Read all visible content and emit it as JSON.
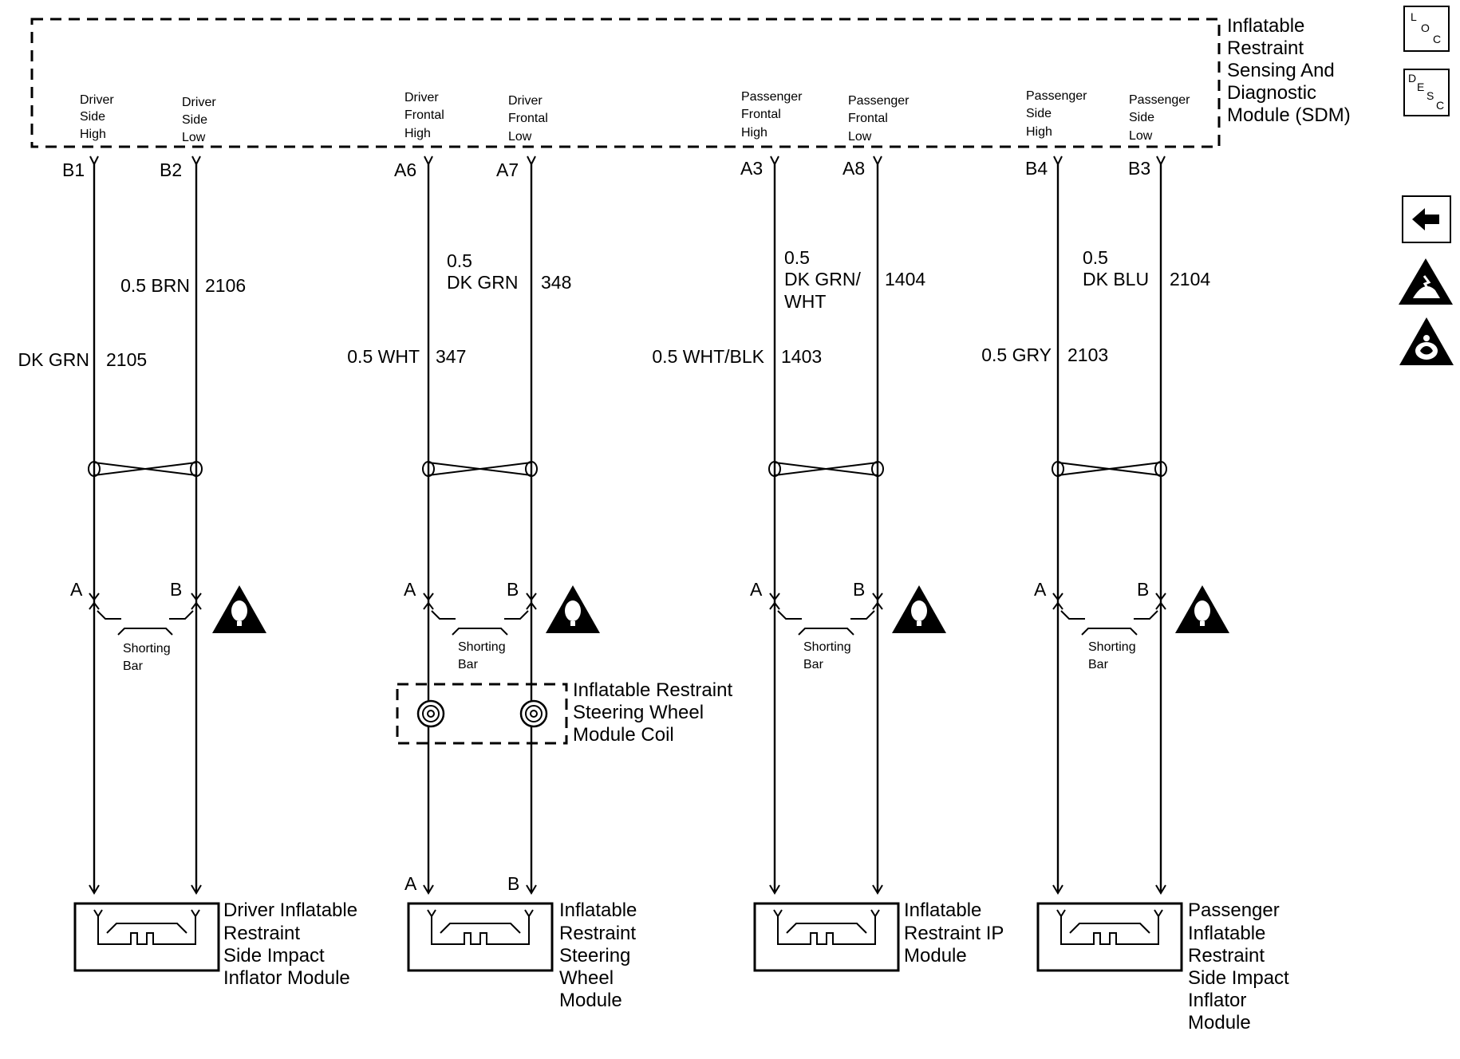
{
  "sdm": {
    "label_lines": [
      "Inflatable",
      "Restraint",
      "Sensing And",
      "Diagnostic",
      "Module (SDM)"
    ]
  },
  "sdm_pins": [
    {
      "func": [
        "Driver",
        "Side",
        "High"
      ],
      "pin": "B1"
    },
    {
      "func": [
        "Driver",
        "Side",
        "Low"
      ],
      "pin": "B2"
    },
    {
      "func": [
        "Driver",
        "Frontal",
        "High"
      ],
      "pin": "A6"
    },
    {
      "func": [
        "Driver",
        "Frontal",
        "Low"
      ],
      "pin": "A7"
    },
    {
      "func": [
        "Passenger",
        "Frontal",
        "High"
      ],
      "pin": "A3"
    },
    {
      "func": [
        "Passenger",
        "Frontal",
        "Low"
      ],
      "pin": "A8"
    },
    {
      "func": [
        "Passenger",
        "Side",
        "High"
      ],
      "pin": "B4"
    },
    {
      "func": [
        "Passenger",
        "Side",
        "Low"
      ],
      "pin": "B3"
    }
  ],
  "wires": [
    {
      "color": [
        "DK GRN"
      ],
      "circuit": "2105"
    },
    {
      "color": [
        "0.5 BRN"
      ],
      "circuit": "2106"
    },
    {
      "color": [
        "0.5 WHT"
      ],
      "circuit": "347"
    },
    {
      "color": [
        "0.5",
        "DK GRN"
      ],
      "circuit": "348"
    },
    {
      "color": [
        "0.5 WHT/BLK"
      ],
      "circuit": "1403"
    },
    {
      "color": [
        "0.5",
        "DK GRN/",
        "WHT"
      ],
      "circuit": "1404"
    },
    {
      "color": [
        "0.5 GRY"
      ],
      "circuit": "2103"
    },
    {
      "color": [
        "0.5",
        "DK BLU"
      ],
      "circuit": "2104"
    }
  ],
  "connector_pins": {
    "a": "A",
    "b": "B"
  },
  "shorting_bar": [
    "Shorting",
    "Bar"
  ],
  "coil": {
    "label_lines": [
      "Inflatable Restraint",
      "Steering Wheel",
      "Module Coil"
    ]
  },
  "modules": [
    {
      "label_lines": [
        "Driver Inflatable",
        "Restraint",
        "Side Impact",
        "Inflator Module"
      ]
    },
    {
      "label_lines": [
        "Inflatable",
        "Restraint",
        "Steering",
        "Wheel",
        "Module"
      ]
    },
    {
      "label_lines": [
        "Inflatable",
        "Restraint IP",
        "Module"
      ]
    },
    {
      "label_lines": [
        "Passenger",
        "Inflatable",
        "Restraint",
        "Side Impact",
        "Inflator",
        "Module"
      ]
    }
  ],
  "side_icons": {
    "loc": {
      "letters": [
        "L",
        "O",
        "C"
      ]
    },
    "desc": {
      "letters": [
        "D",
        "E",
        "S",
        "C"
      ]
    },
    "back": "back-arrow-icon",
    "esd": "esd-warning-icon",
    "airbag": "airbag-warning-icon"
  },
  "colors": {
    "line": "#000000",
    "background": "#ffffff"
  }
}
